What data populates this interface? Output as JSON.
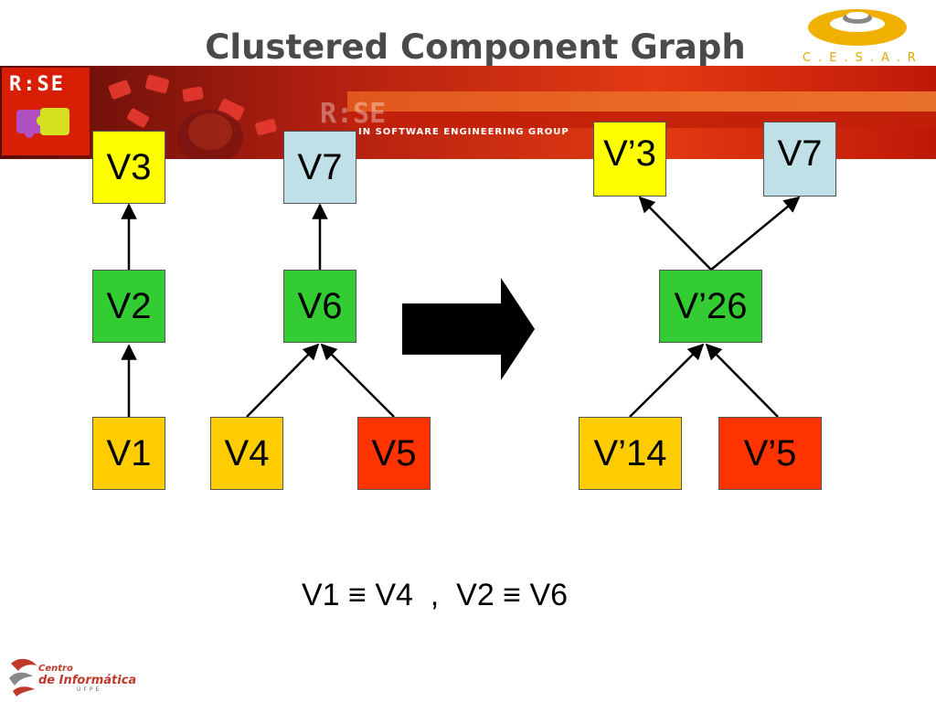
{
  "slide": {
    "title": "Clustered Component Graph",
    "banner_text": "IN SOFTWARE ENGINEERING GROUP",
    "rise_logo_text": "R:SE",
    "cesar_logo_text": "C.E.S.A.R",
    "footer_logo_line1": "Centro",
    "footer_logo_line2": "de Informática",
    "footer_logo_line3": "UFPE"
  },
  "colors": {
    "yellow": "#ffff00",
    "light_blue": "#bfe0e6",
    "green": "#33cc33",
    "orange": "#ffcc00",
    "red": "#ff3300",
    "banner_red": "#d81e05",
    "arrow": "#000000"
  },
  "left_graph": {
    "nodes": [
      {
        "id": "V3",
        "label": "V3",
        "color": "yellow"
      },
      {
        "id": "V7",
        "label": "V7",
        "color": "light_blue"
      },
      {
        "id": "V2",
        "label": "V2",
        "color": "green"
      },
      {
        "id": "V6",
        "label": "V6",
        "color": "green"
      },
      {
        "id": "V1",
        "label": "V1",
        "color": "orange"
      },
      {
        "id": "V4",
        "label": "V4",
        "color": "orange"
      },
      {
        "id": "V5",
        "label": "V5",
        "color": "red"
      }
    ],
    "edges": [
      {
        "from": "V2",
        "to": "V3"
      },
      {
        "from": "V1",
        "to": "V2"
      },
      {
        "from": "V6",
        "to": "V7"
      },
      {
        "from": "V4",
        "to": "V6"
      },
      {
        "from": "V5",
        "to": "V6"
      }
    ]
  },
  "right_graph": {
    "nodes": [
      {
        "id": "V'3",
        "label": "V’3",
        "color": "yellow"
      },
      {
        "id": "V7",
        "label": "V7",
        "color": "light_blue"
      },
      {
        "id": "V'26",
        "label": "V’26",
        "color": "green"
      },
      {
        "id": "V'14",
        "label": "V’14",
        "color": "orange"
      },
      {
        "id": "V'5",
        "label": "V’5",
        "color": "red"
      }
    ],
    "edges": [
      {
        "from": "V'26",
        "to": "V'3"
      },
      {
        "from": "V'26",
        "to": "V7"
      },
      {
        "from": "V'14",
        "to": "V'26"
      },
      {
        "from": "V'5",
        "to": "V'26"
      }
    ]
  },
  "equivalence_text": "V1 ≡ V4  ,  V2 ≡ V6"
}
